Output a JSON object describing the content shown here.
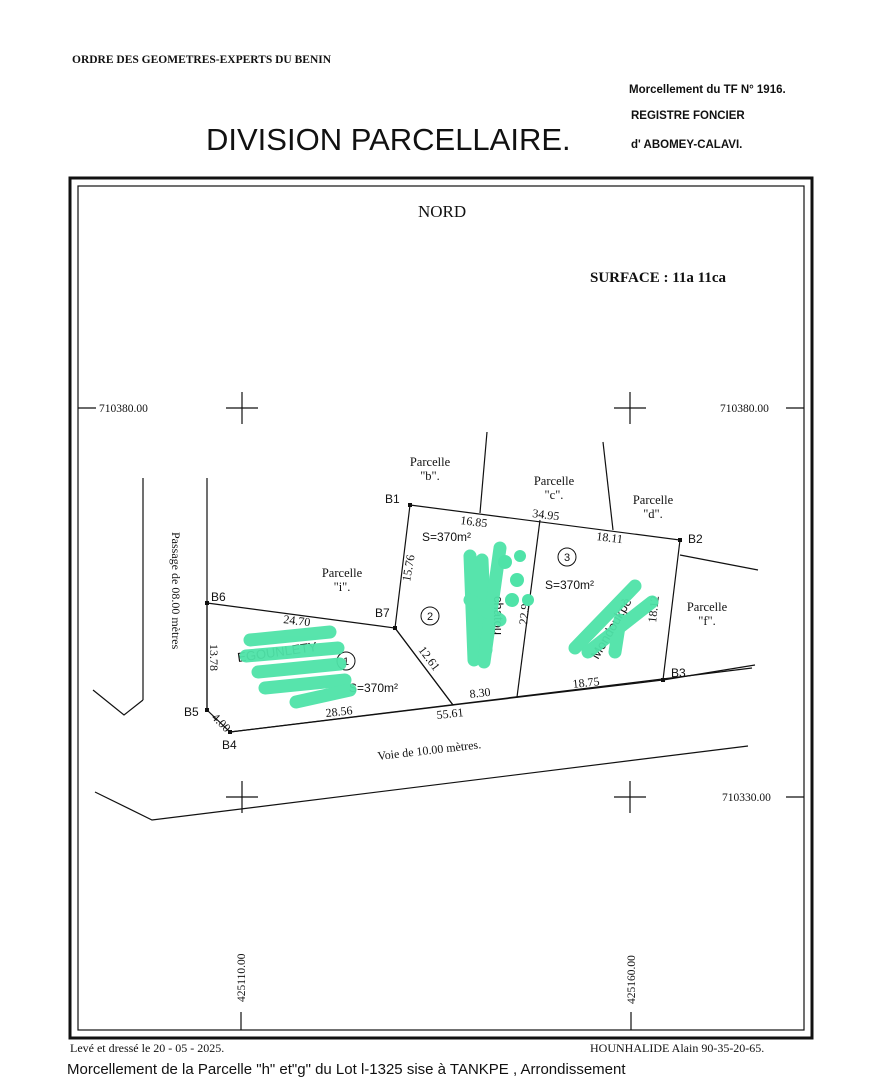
{
  "header": {
    "order": "ORDRE DES GEOMETRES-EXPERTS DU BENIN",
    "title": "DIVISION PARCELLAIRE.",
    "right_line1": "Morcellement du TF N° 1916.",
    "right_line2": "REGISTRE FONCIER",
    "right_line3": "d' ABOMEY-CALAVI."
  },
  "plan": {
    "north": "NORD",
    "surface": "SURFACE : 11a 11ca",
    "coords": {
      "y_top_left": "710380.00",
      "y_top_right": "710380.00",
      "y_bottom_right": "710330.00",
      "x_left": "425110.00",
      "x_right": "425160.00"
    },
    "passage": "Passage de 08.00 mètres",
    "voie": "Voie de 10.00 mètres.",
    "points": {
      "b1": "B1",
      "b2": "B2",
      "b3": "B3",
      "b4": "B4",
      "b5": "B5",
      "b6": "B6",
      "b7": "B7"
    },
    "neighbors": {
      "b_line1": "Parcelle",
      "b_line2": "\"b\".",
      "c_line1": "Parcelle",
      "c_line2": "\"c\".",
      "d_line1": "Parcelle",
      "d_line2": "\"d\".",
      "f_line1": "Parcelle",
      "f_line2": "\"f\".",
      "i_line1": "Parcelle",
      "i_line2": "\"i\"."
    },
    "dimensions": {
      "d_16_85": "16.85",
      "d_34_95": "34.95",
      "d_18_11": "18.11",
      "d_15_76": "15.76",
      "d_22_9": "22.9",
      "d_18_12": "18.12",
      "d_24_70": "24.70",
      "d_13_78": "13.78",
      "d_12_61": "12.61",
      "d_4_00": "4.00",
      "d_28_56": "28.56",
      "d_55_61": "55.61",
      "d_8_30": "8.30",
      "d_18_75": "18.75"
    },
    "lots": {
      "lot1_num": "1",
      "lot1_surface": "S=370m²",
      "lot1_owner": "EGOUNLETY",
      "lot2_num": "2",
      "lot2_surface": "S=370m²",
      "lot2_owner_frag": "chatou",
      "lot3_num": "3",
      "lot3_surface": "S=370m²",
      "lot3_owner_frag": "Mondoukpè"
    }
  },
  "footer": {
    "leve": "Levé et dressé le 20 - 05 - 2025.",
    "geometre": "HOUNHALIDE Alain 90-35-20-65.",
    "caption": "Morcellement de la Parcelle \"h\" et\"g\" du Lot l-1325 sise à TANKPE , Arrondissement"
  },
  "colors": {
    "ink": "#111111",
    "highlight": "#4fe3a8"
  }
}
